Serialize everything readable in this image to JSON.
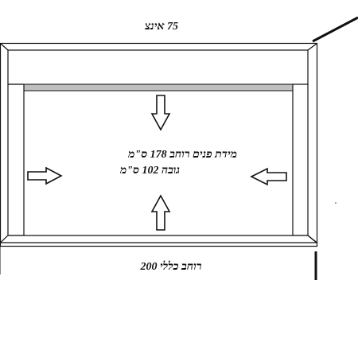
{
  "labels": {
    "top_size": "75 אינצ",
    "inner_width": "מידת פנים  רוחב 178 ס\"מ",
    "inner_height": "גובה 102 ס\"מ",
    "total_width": "רוחב כללי 200"
  },
  "colors": {
    "stroke": "#111111",
    "frame_fill": "#ffffff",
    "screen_bar": "#bfbfbf"
  },
  "icons": {
    "arrow_down": "arrow-down-icon",
    "arrow_up": "arrow-up-icon",
    "arrow_left": "arrow-left-icon",
    "arrow_right": "arrow-right-icon"
  }
}
